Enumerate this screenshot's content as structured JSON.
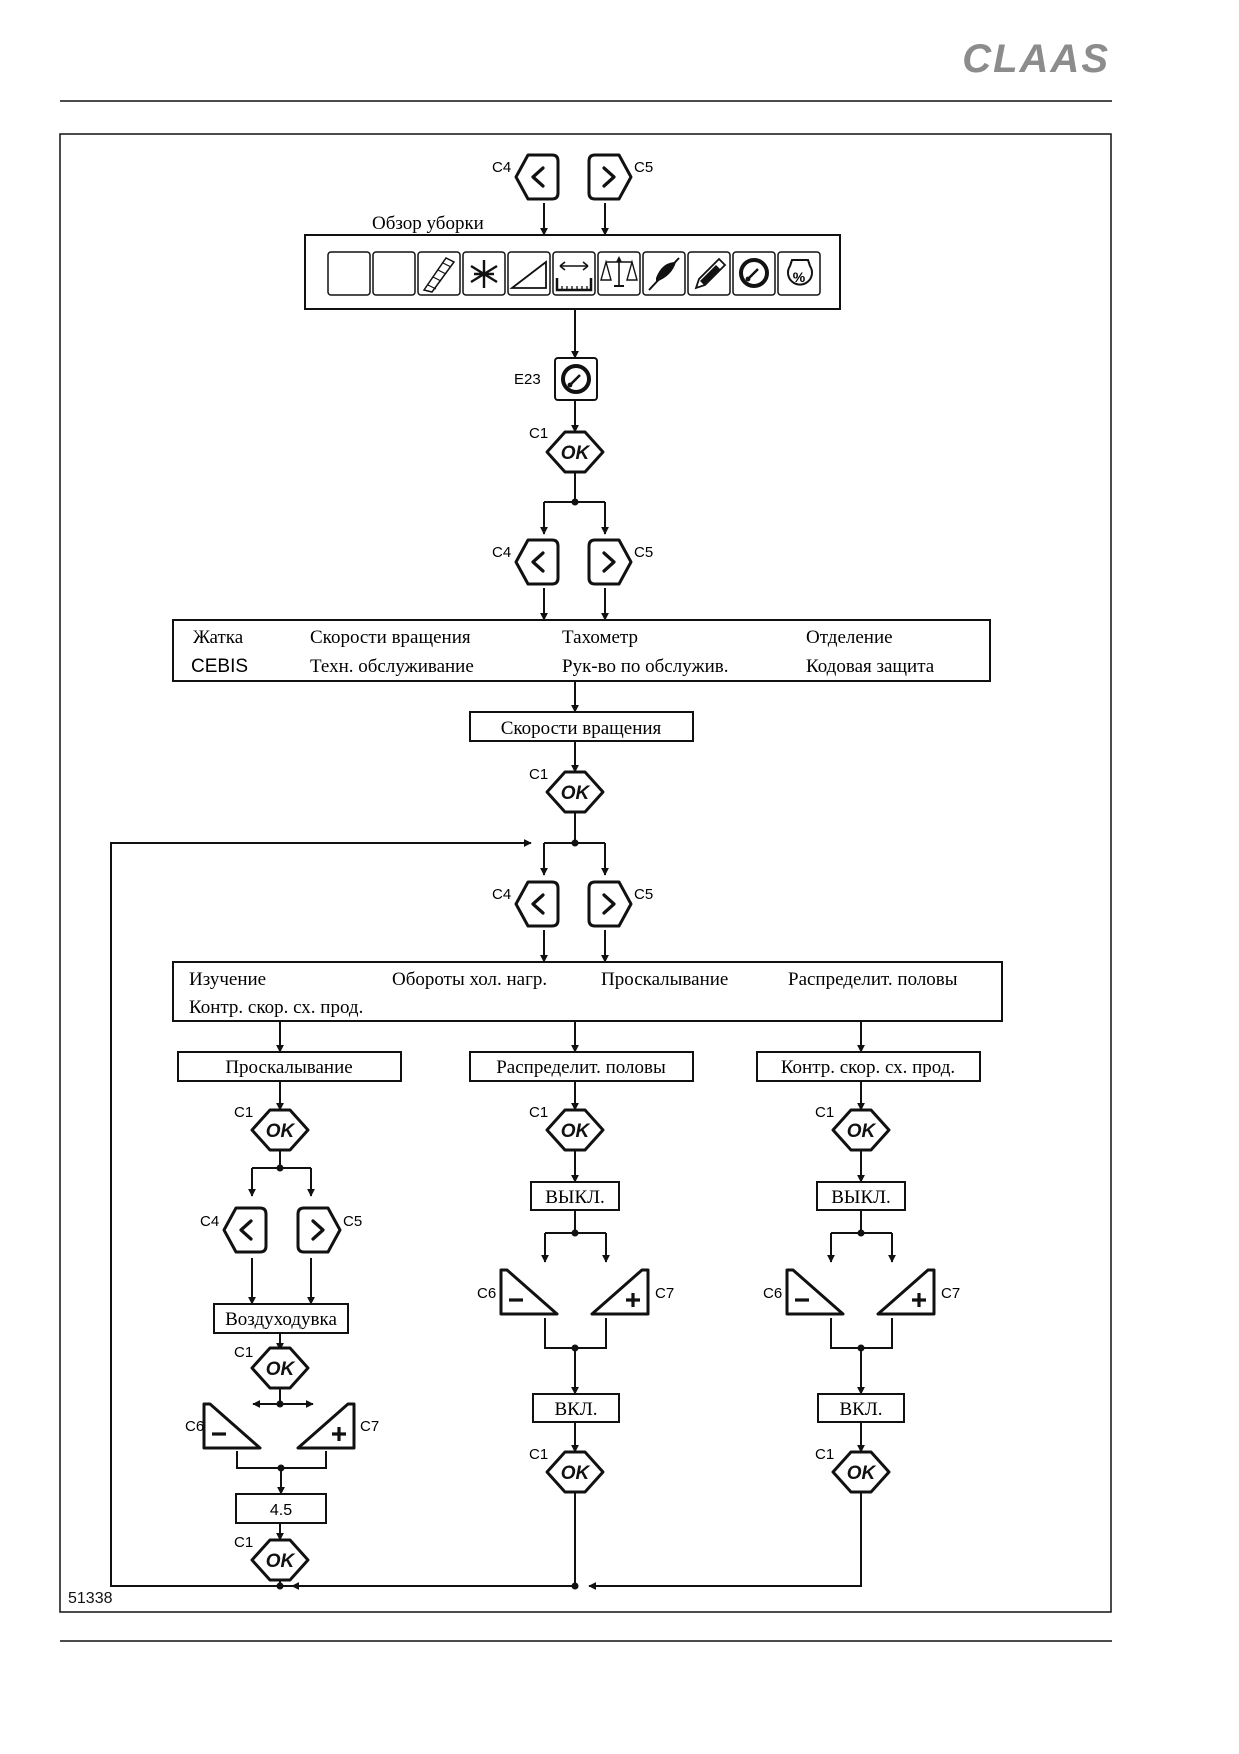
{
  "brand": {
    "logo_text": "CLAAS"
  },
  "figure_number": "51338",
  "keys": {
    "c1": "C1",
    "c4": "C4",
    "c5": "C5",
    "c6": "C6",
    "c7": "C7",
    "e23": "E23",
    "ok_text": "OK"
  },
  "top": {
    "overview_label": "Обзор уборки"
  },
  "main_menu": {
    "items": [
      "Жатка",
      "Скорости вращения",
      "Тахометр",
      "Отделение",
      "CEBIS",
      "Техн. обслуживание",
      "Рук-во по обслужив.",
      "Кодовая защита"
    ]
  },
  "selected_main": "Скорости вращения",
  "speed_menu": {
    "items": [
      "Изучение",
      "Обороты хол. нагр.",
      "Проскалывание",
      "Распределит. половы",
      "Контр. скор. сх. прод."
    ]
  },
  "branches": {
    "left": {
      "title": "Проскалывание",
      "sub": "Воздуходувка",
      "value": "4.5"
    },
    "middle": {
      "title": "Распределит. половы",
      "state_off": "ВЫКЛ.",
      "state_on": "ВКЛ."
    },
    "right": {
      "title": "Контр. скор. сх. прод.",
      "state_off": "ВЫКЛ.",
      "state_on": "ВКЛ."
    }
  }
}
